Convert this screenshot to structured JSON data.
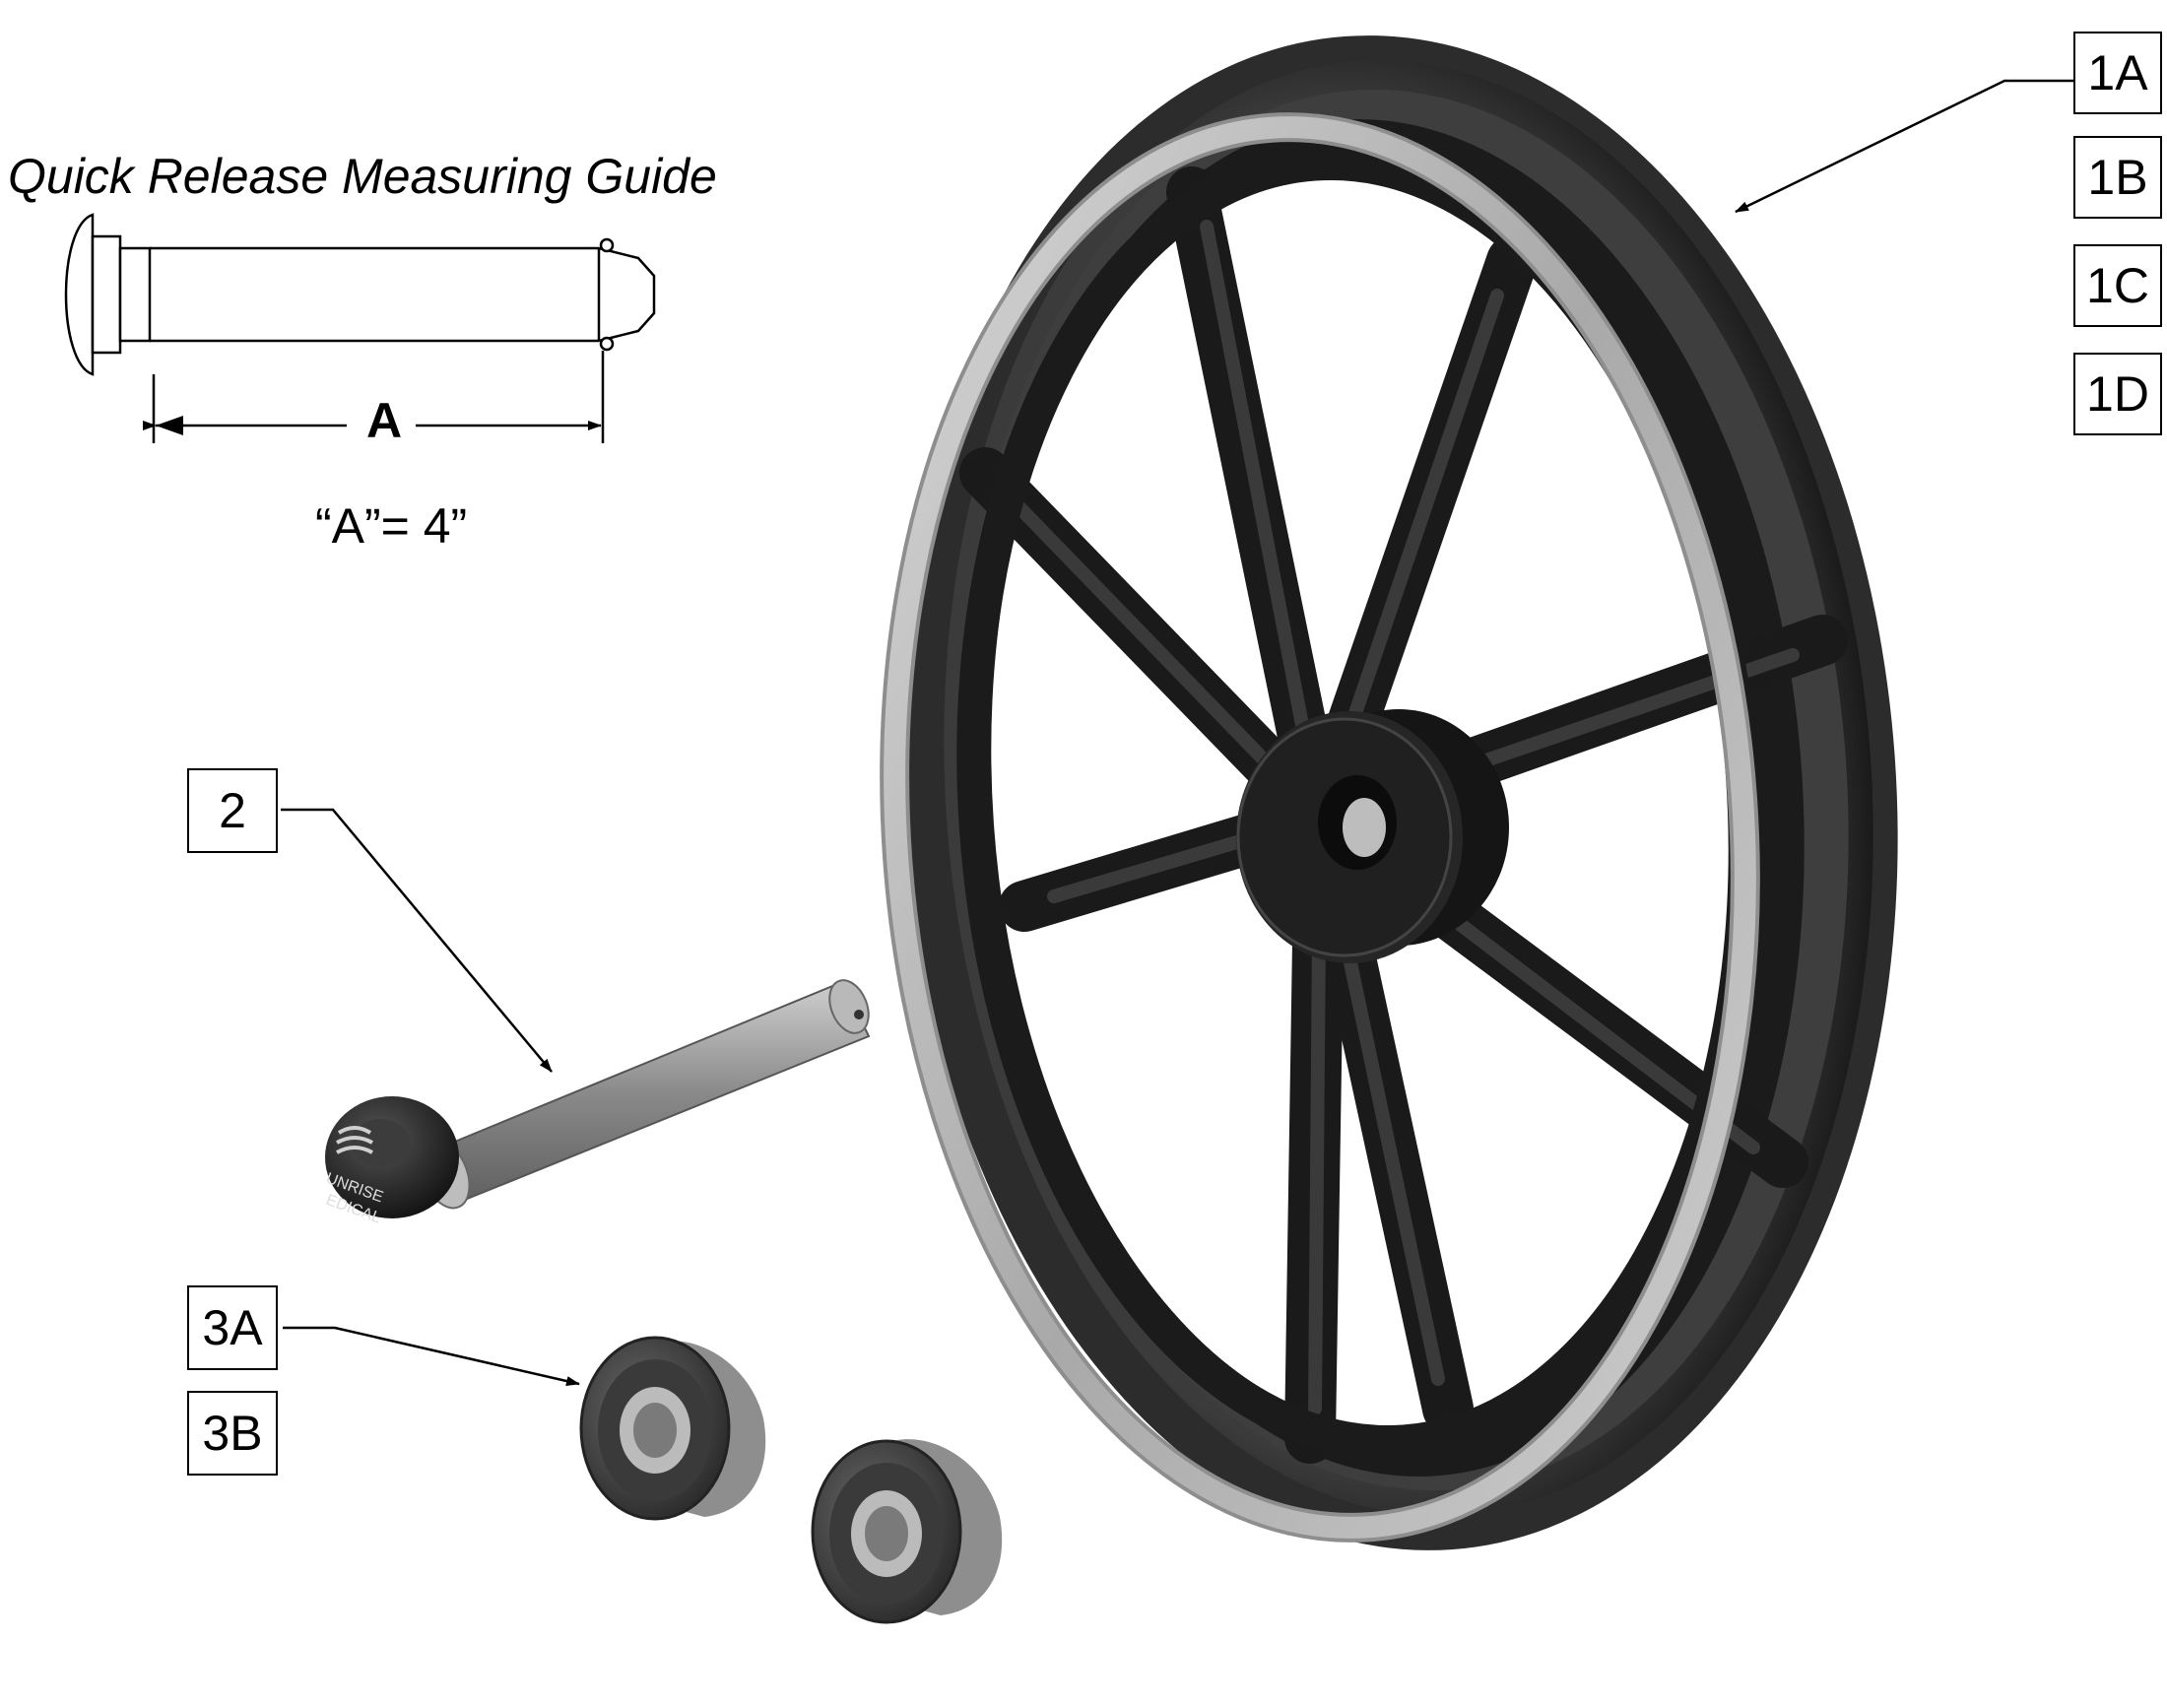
{
  "guide": {
    "title": "Quick Release Measuring Guide",
    "dimension_label": "A",
    "dimension_value": "“A”= 4”"
  },
  "callouts": {
    "wheel": [
      "1A",
      "1B",
      "1C",
      "1D"
    ],
    "axle": "2",
    "bearings": [
      "3A",
      "3B"
    ]
  },
  "axle_knob_text": [
    "UNRISE",
    "EDICAL"
  ]
}
